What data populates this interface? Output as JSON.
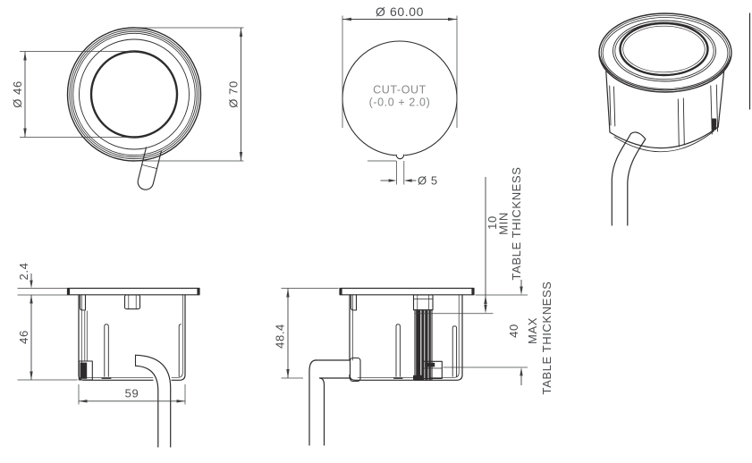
{
  "document": {
    "type": "technical-dimension-drawing",
    "subject": "recessed round table-mount unit with cable",
    "units_implied": "mm"
  },
  "colors": {
    "background": "#ffffff",
    "line": "#2d2b2c",
    "dimension_line": "#3f4042",
    "dimension_text": "#4c4d4f",
    "annotation_text": "#87898b"
  },
  "views": {
    "front": {
      "dia_inner_label": "Ø 46",
      "dia_outer_label": "Ø 70"
    },
    "cutout": {
      "dia_label": "Ø 60.00",
      "note_line1": "CUT-OUT",
      "note_line2": "(-0.0 + 2.0)",
      "notch_dia_label": "Ø 5"
    },
    "section_min": {
      "flange_thickness_label": "2.4",
      "body_height_label": "46",
      "body_width_label": "59"
    },
    "section_max": {
      "total_height_label": "48.4",
      "min_thickness_value": "10",
      "min_thickness_qualifier": "MIN",
      "min_thickness_label": "TABLE THICKNESS",
      "max_thickness_value": "40",
      "max_thickness_qualifier": "MAX",
      "max_thickness_label": "TABLE THICKNESS"
    }
  }
}
